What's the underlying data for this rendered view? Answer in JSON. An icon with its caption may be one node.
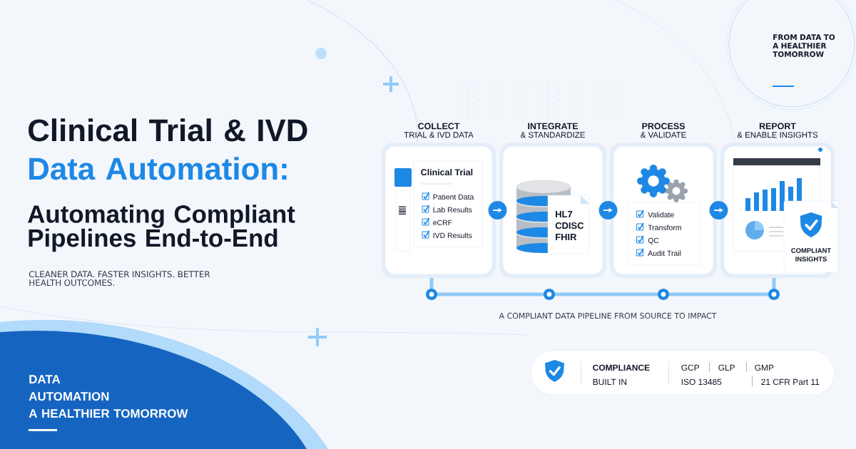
{
  "diagram": {
    "nodes": [
      {
        "text": [
          "COLLECT",
          "TRIAL & IVD DATA"
        ]
      },
      {
        "text": [
          "Clinical Trial",
          "Patient Data",
          "Lab Results",
          "eCRF",
          "IVD Results"
        ],
        "in": 0
      },
      {
        "text": [
          "INTEGRATE",
          "& STANDARDIZE"
        ]
      },
      {
        "text": [
          "HL7",
          "CDISC",
          "FHIR"
        ],
        "in": 2
      },
      {
        "text": [
          "PROCESS",
          "& VALIDATE"
        ]
      },
      {
        "text": [
          "Validate",
          "Transform",
          "QC",
          "Audit Trail"
        ],
        "in": 4
      },
      {
        "text": [
          "REPORT",
          "& ENABLE INSIGHTS"
        ]
      },
      {
        "text": [
          "COMPLIANT INSIGHTS"
        ],
        "in": 6
      },
      {
        "text": [
          "COMPLIANCE",
          "BUILT IN",
          "GCP",
          "GLP",
          "GMP",
          "ISO 13485",
          "21 CFR Part 11"
        ]
      }
    ],
    "edges": [
      {
        "from": 0,
        "to": 2,
        "arrow": "to"
      },
      {
        "from": 2,
        "to": 4,
        "arrow": "to"
      },
      {
        "from": 4,
        "to": 6,
        "arrow": "to"
      }
    ],
    "labels": [
      "Clinical Trial & IVD",
      "Data Automation:",
      "Automating Compliant Pipelines End-to-End",
      "CLEANER DATA. FASTER INSIGHTS. BETTER HEALTH OUTCOMES.",
      "DATA",
      "AUTOMATION",
      "A HEALTHIER TOMORROW",
      "FROM DATA TO A HEALTHIER TOMORROW",
      "A COMPLIANT DATA PIPELINE FROM SOURCE TO IMPACT"
    ]
  }
}
